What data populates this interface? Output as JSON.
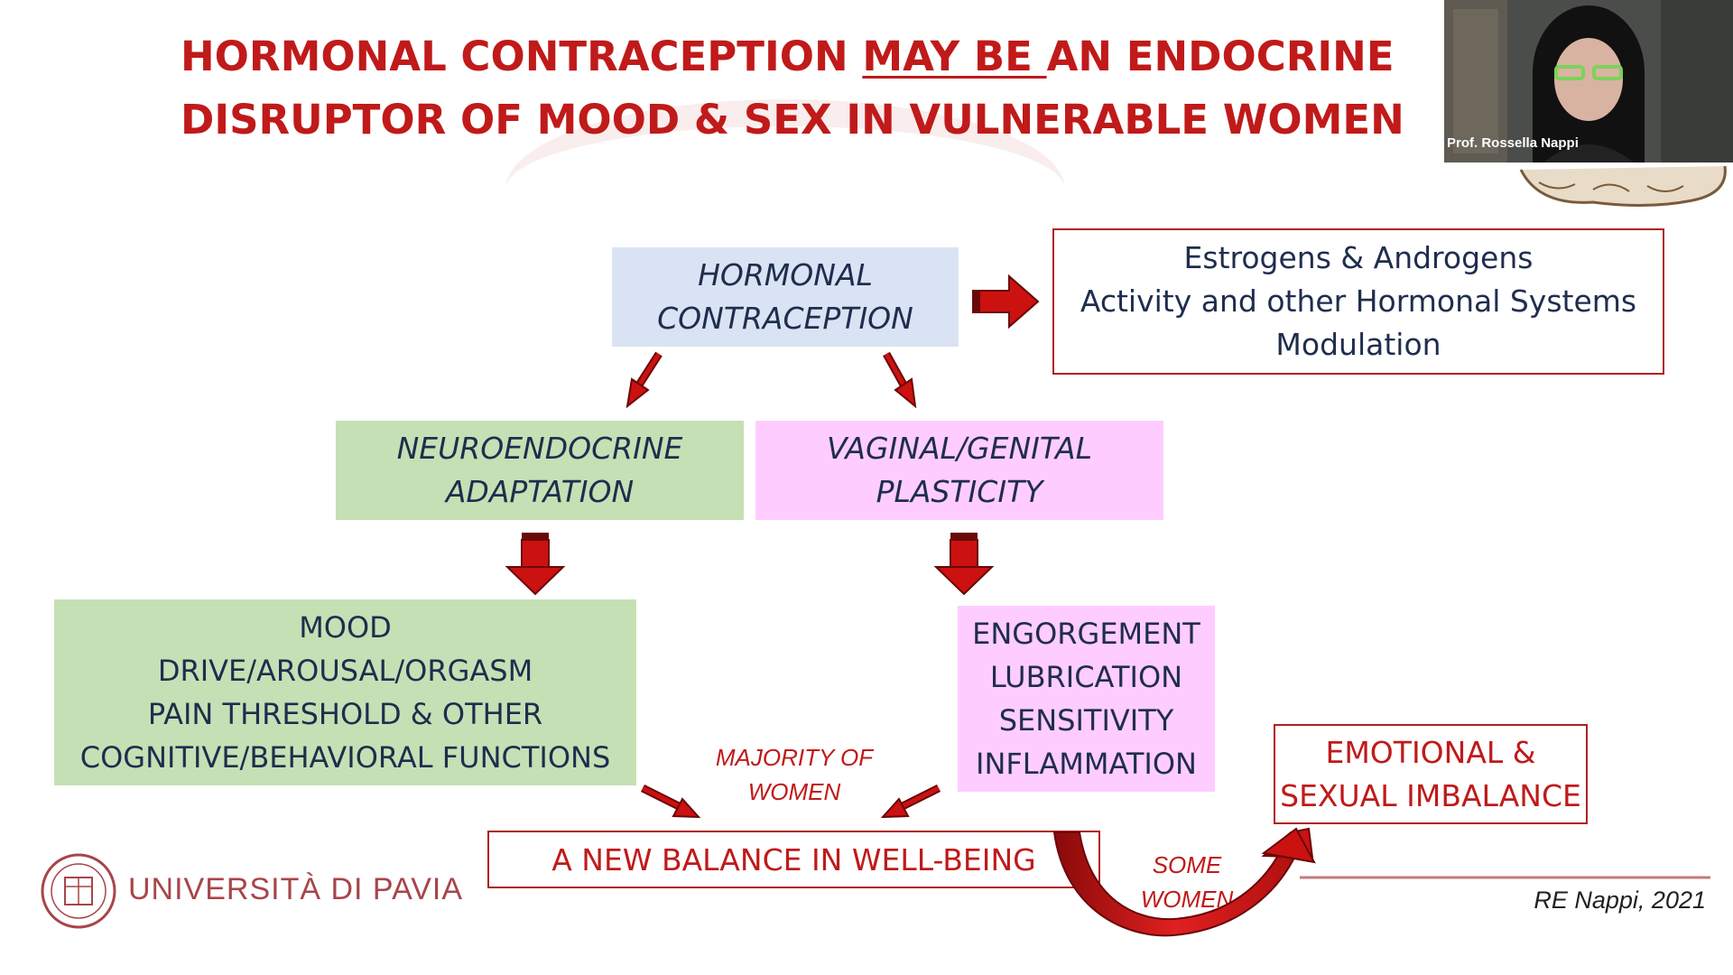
{
  "title": {
    "line1_pre": "HORMONAL CONTRACEPTION ",
    "line1_underlined": "MAY BE ",
    "line1_post": "AN ENDOCRINE",
    "line2": "DISRUPTOR OF MOOD & SEX IN VULNERABLE WOMEN"
  },
  "boxes": {
    "hormonal": [
      "HORMONAL",
      "CONTRACEPTION"
    ],
    "modulation": [
      "Estrogens & Androgens",
      "Activity and other Hormonal Systems",
      "Modulation"
    ],
    "neuro": [
      "NEUROENDOCRINE",
      "ADAPTATION"
    ],
    "vaginal": [
      "VAGINAL/GENITAL",
      "PLASTICITY"
    ],
    "mood": [
      "MOOD",
      "DRIVE/AROUSAL/ORGASM",
      "PAIN THRESHOLD & OTHER",
      "COGNITIVE/BEHAVIORAL FUNCTIONS"
    ],
    "engorgement": [
      "ENGORGEMENT",
      "LUBRICATION",
      "SENSITIVITY",
      "INFLAMMATION"
    ],
    "balance": "A NEW BALANCE IN WELL-BEING",
    "imbalance": [
      "EMOTIONAL &",
      "SEXUAL IMBALANCE"
    ]
  },
  "notes": {
    "majority": [
      "MAJORITY OF",
      "WOMEN"
    ],
    "some": [
      "SOME",
      "WOMEN"
    ]
  },
  "university": "UNIVERSITÀ DI PAVIA",
  "citation": "RE Nappi, 2021",
  "speaker": "Prof. Rossella Nappi",
  "colors": {
    "title_red": "#c01a1a",
    "navy_text": "#1f2d4e",
    "blue_box": "#dae3f3",
    "green_box": "#c5e0b4",
    "pink_box": "#ffccff",
    "arrow_red": "#cc1111",
    "university": "#a8454a"
  }
}
